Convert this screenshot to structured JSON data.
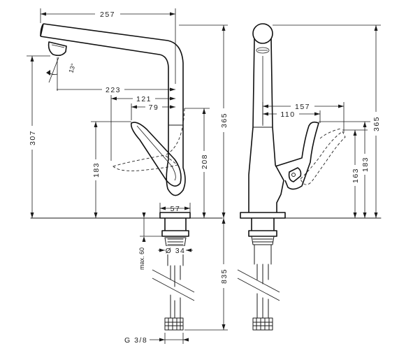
{
  "dimensions": {
    "spout_reach": "257",
    "to_aerator": "223",
    "lever_reach": "121",
    "lever_offset": "79",
    "swivel_angle": "13°",
    "height_total": "365",
    "height_aerator": "307",
    "lever_height_side": "208",
    "aerator_low": "183",
    "base_width": "57",
    "thread_dia": "Ø 34",
    "max_worktop": "max. 60",
    "hose_length": "835",
    "connection": "G 3/8",
    "front_lever_reach": "157",
    "front_lever_offset": "110",
    "front_height_total": "365",
    "front_height_183": "183",
    "front_height_163": "163"
  }
}
